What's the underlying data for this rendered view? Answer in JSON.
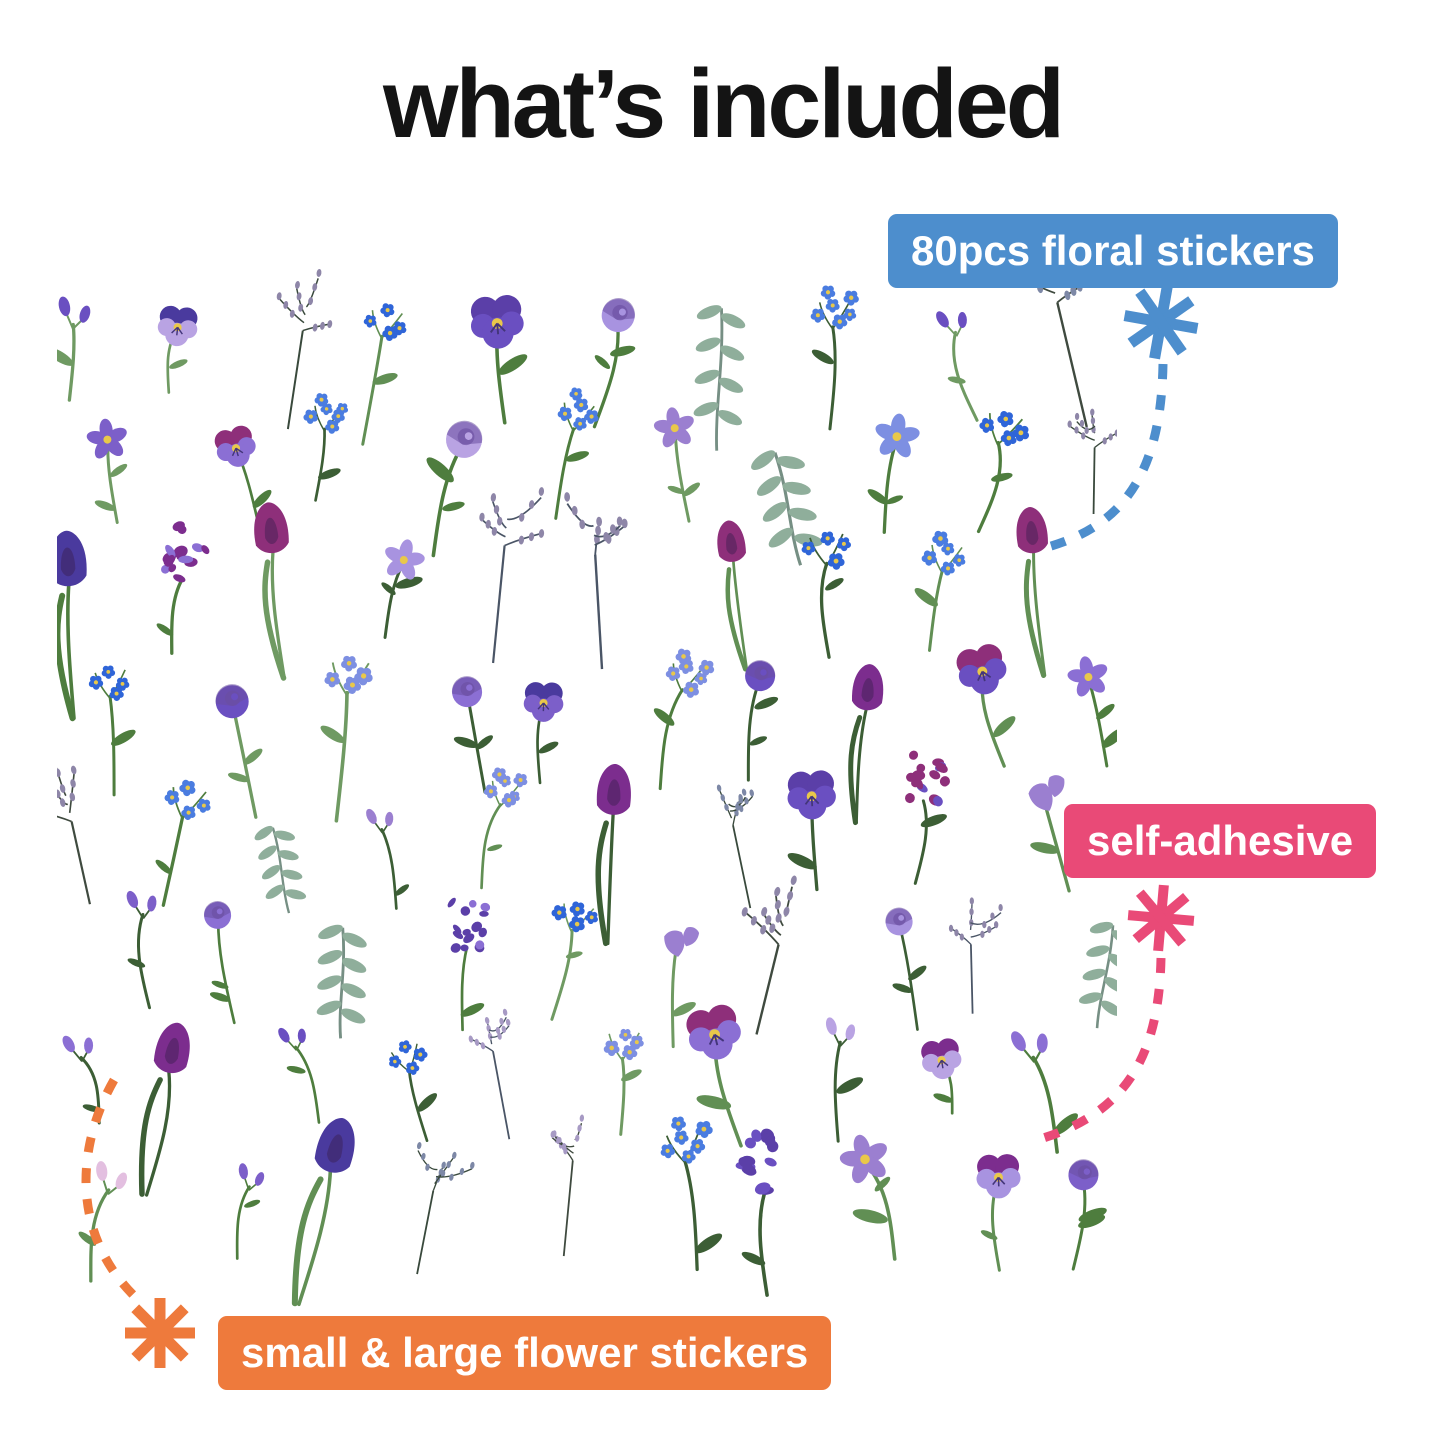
{
  "title": "what’s included",
  "sheet": {
    "alt": "sheet of assorted pressed purple and blue flower stickers",
    "sticker_count": 80,
    "columns": 10,
    "rows": 8,
    "palette": {
      "purples": [
        "#8b6fd4",
        "#a893e0",
        "#b9a3e3",
        "#7c5fc9",
        "#6a4fc1",
        "#9b7fd0"
      ],
      "deep_purples": [
        "#5b3fa8",
        "#4a3a9e",
        "#7c2d8e",
        "#8e2f7a"
      ],
      "blues": [
        "#2f65d8",
        "#4a7ce0",
        "#7d8fe2"
      ],
      "pinks": [
        "#d9a8d4",
        "#e3bfe0"
      ],
      "whites": [
        "#efeafa"
      ],
      "greens": [
        "#4e7d3e",
        "#618f54",
        "#6f9a62",
        "#3c5e35"
      ],
      "sage": "#8fae9b",
      "dark": "#39493c",
      "bud_gray": "#8e86a8",
      "center_yellow": "#e9c84a",
      "pansy_eye": "#43357a"
    }
  },
  "callouts": {
    "floral": {
      "label": "80pcs floral stickers",
      "color": "#4d8ecd"
    },
    "adhesive": {
      "label": "self-adhesive",
      "color": "#e94a77"
    },
    "size": {
      "label": "small & large flower stickers",
      "color": "#ee7a3c"
    }
  }
}
